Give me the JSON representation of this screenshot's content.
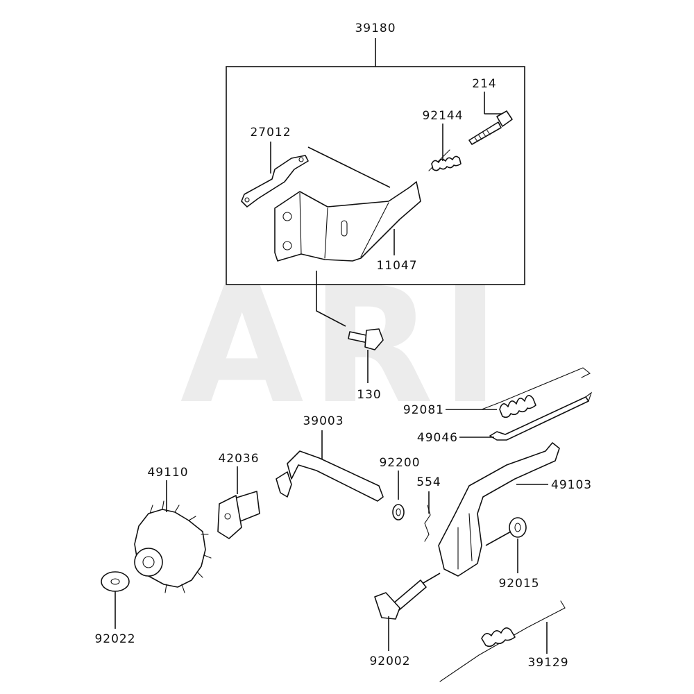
{
  "watermark": "ARI",
  "labels": {
    "p39180": "39180",
    "p214": "214",
    "p92144": "92144",
    "p27012": "27012",
    "p11047": "11047",
    "p130": "130",
    "p92081": "92081",
    "p49046": "49046",
    "p39003": "39003",
    "p92200": "92200",
    "p554": "554",
    "p42036": "42036",
    "p49110": "49110",
    "p49103": "49103",
    "p92015": "92015",
    "p92022": "92022",
    "p92002": "92002",
    "p39129": "39129"
  }
}
